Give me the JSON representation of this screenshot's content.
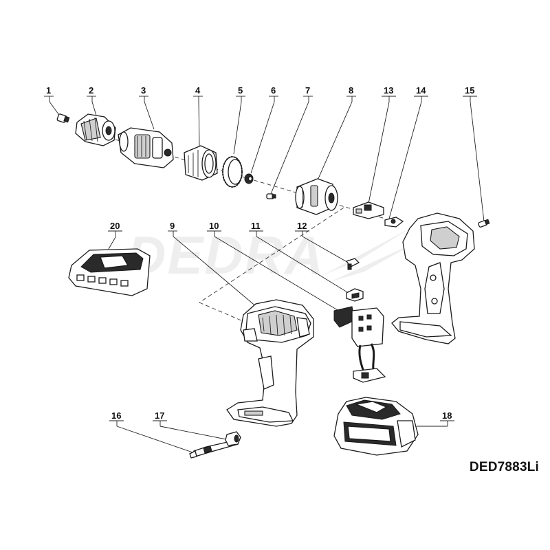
{
  "model_code": "DED7883Li",
  "watermark": "DEDRA",
  "parts": [
    {
      "num": "1"
    },
    {
      "num": "2"
    },
    {
      "num": "3"
    },
    {
      "num": "4"
    },
    {
      "num": "5"
    },
    {
      "num": "6"
    },
    {
      "num": "7"
    },
    {
      "num": "8"
    },
    {
      "num": "13"
    },
    {
      "num": "14"
    },
    {
      "num": "15"
    },
    {
      "num": "20"
    },
    {
      "num": "9"
    },
    {
      "num": "10"
    },
    {
      "num": "11"
    },
    {
      "num": "12"
    },
    {
      "num": "16"
    },
    {
      "num": "17"
    },
    {
      "num": "18"
    }
  ]
}
